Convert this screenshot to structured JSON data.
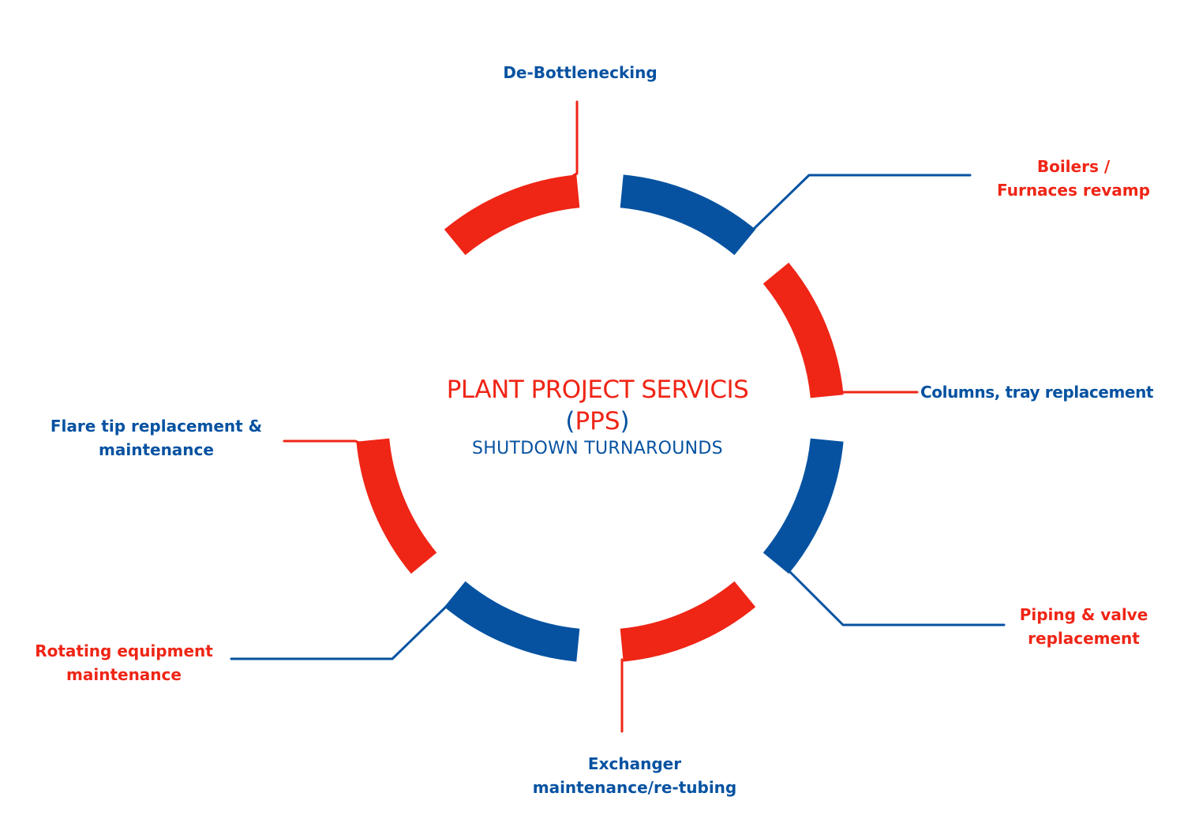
{
  "colors": {
    "red": "#EF2516",
    "blue": "#0652A1"
  },
  "center": {
    "title": "PLANT PROJECT SERVICIS",
    "abbr_open": "(",
    "abbr": "PPS",
    "abbr_close": ")",
    "subtitle": "SHUTDOWN TURNAROUNDS"
  },
  "segments": [
    {
      "name": "segment-de-bottlenecking",
      "color": "red"
    },
    {
      "name": "segment-boilers-furnaces",
      "color": "blue"
    },
    {
      "name": "segment-columns-tray",
      "color": "red"
    },
    {
      "name": "segment-piping-valve",
      "color": "blue"
    },
    {
      "name": "segment-exchanger",
      "color": "red"
    },
    {
      "name": "segment-rotating-equipment",
      "color": "blue"
    },
    {
      "name": "segment-flare-tip",
      "color": "red"
    }
  ],
  "labels": {
    "de_bottlenecking": {
      "lines": [
        "De-Bottlenecking"
      ],
      "color": "blue"
    },
    "boilers": {
      "lines": [
        "Boilers /",
        "Furnaces revamp"
      ],
      "color": "red"
    },
    "columns": {
      "lines": [
        "Columns, tray replacement"
      ],
      "color": "blue"
    },
    "piping": {
      "lines": [
        "Piping & valve",
        "replacement"
      ],
      "color": "red"
    },
    "exchanger": {
      "lines": [
        "Exchanger",
        "maintenance/re-tubing"
      ],
      "color": "blue"
    },
    "rotating": {
      "lines": [
        "Rotating equipment",
        "maintenance"
      ],
      "color": "red"
    },
    "flare": {
      "lines": [
        "Flare tip replacement &",
        "maintenance"
      ],
      "color": "blue"
    }
  }
}
